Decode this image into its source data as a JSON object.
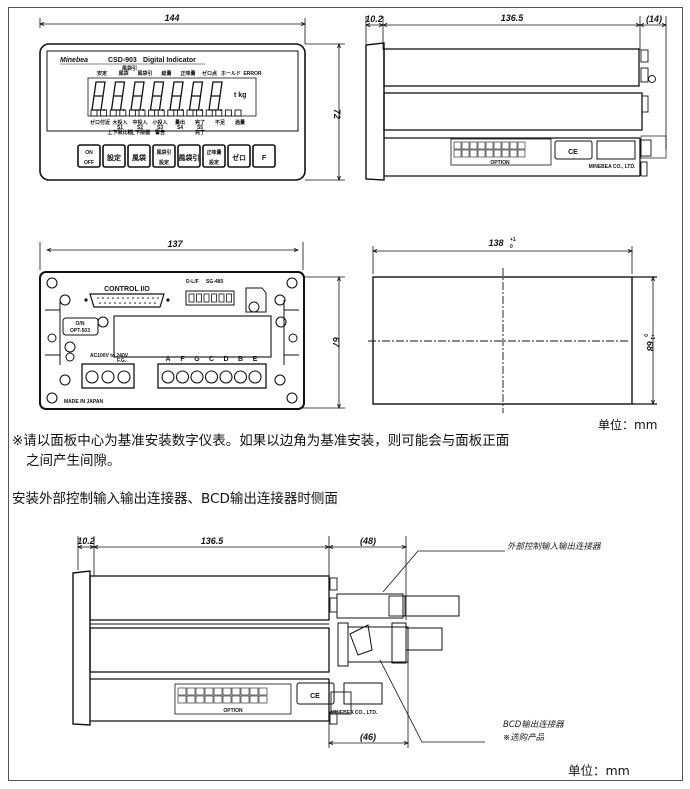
{
  "front_view": {
    "dim_width": "144",
    "dim_height": "72",
    "brand": "Minebea",
    "model": "CSD-903",
    "title": "Digital Indicator",
    "status_labels_top": [
      "安定",
      "風袋",
      "風袋引",
      "総量",
      "正味量",
      "ゼロ点",
      "ホールド",
      "ERROR"
    ],
    "status_label_above": "風袋引",
    "unit_display": "t kg",
    "status_labels_bottom": [
      "ゼロ付近",
      "大投入",
      "中投入",
      "小投入",
      "量出",
      "完了",
      "不足",
      "過量"
    ],
    "sub_labels_row1": [
      "S1",
      "S2",
      "S3",
      "S4",
      "S5"
    ],
    "sub_labels_row2": [
      "上下限比較",
      "上下限値",
      "警告",
      "完了"
    ],
    "keys": [
      {
        "top": "ON",
        "bottom": "OFF"
      },
      {
        "top": "設定",
        "bottom": ""
      },
      {
        "top": "風袋",
        "bottom": ""
      },
      {
        "top": "風袋引",
        "bottom": "設定"
      },
      {
        "top": "風袋引",
        "bottom": ""
      },
      {
        "top": "正味量",
        "bottom": "設定"
      },
      {
        "top": "ゼロ",
        "bottom": ""
      },
      {
        "top": "F",
        "bottom": ""
      }
    ]
  },
  "side_view": {
    "dim_front": "10.2",
    "dim_body": "136.5",
    "dim_rear": "(14)",
    "label_company": "MINEBEA CO., LTD.",
    "label_option": "OPTION",
    "ce_mark": "CE"
  },
  "rear_view": {
    "dim_width": "137",
    "dim_height": "67",
    "connector_label": "CONTROL I/O",
    "switch_label_1": "D-L/F",
    "switch_label_2": "SG-485",
    "option_label_1": "O/N",
    "option_label_2": "OPT-503",
    "power_label": "AC100V to 240V",
    "fg_label": "F.G.",
    "terminals": [
      "A",
      "F",
      "G",
      "C",
      "D",
      "B",
      "E"
    ],
    "made_in": "MADE IN JAPAN"
  },
  "panel_cutout": {
    "dim_width": "138",
    "dim_width_tol_upper": "+1",
    "dim_width_tol_lower": "0",
    "dim_height": "68",
    "dim_height_tol_upper": "+1",
    "dim_height_tol_lower": "0"
  },
  "unit_label_1": "单位：mm",
  "notes": {
    "line1": "※请以面板中心为基准安装数字仪表。如果以边角为基准安装，则可能会与面板正面",
    "line2": "之间产生间隙。"
  },
  "section_title": "安装外部控制输入输出连接器、BCD输出连接器时侧面",
  "side_view_connectors": {
    "dim_front": "10.2",
    "dim_body": "136.5",
    "dim_control_io": "(48)",
    "dim_bcd": "(46)",
    "callout_control_io": "外部控制输入输出连接器",
    "callout_bcd_line1": "BCD输出连接器",
    "callout_bcd_line2": "※选购产品",
    "label_company": "MINEBEA CO., LTD.",
    "label_option": "OPTION",
    "ce_mark": "CE"
  },
  "unit_label_2": "单位：mm"
}
